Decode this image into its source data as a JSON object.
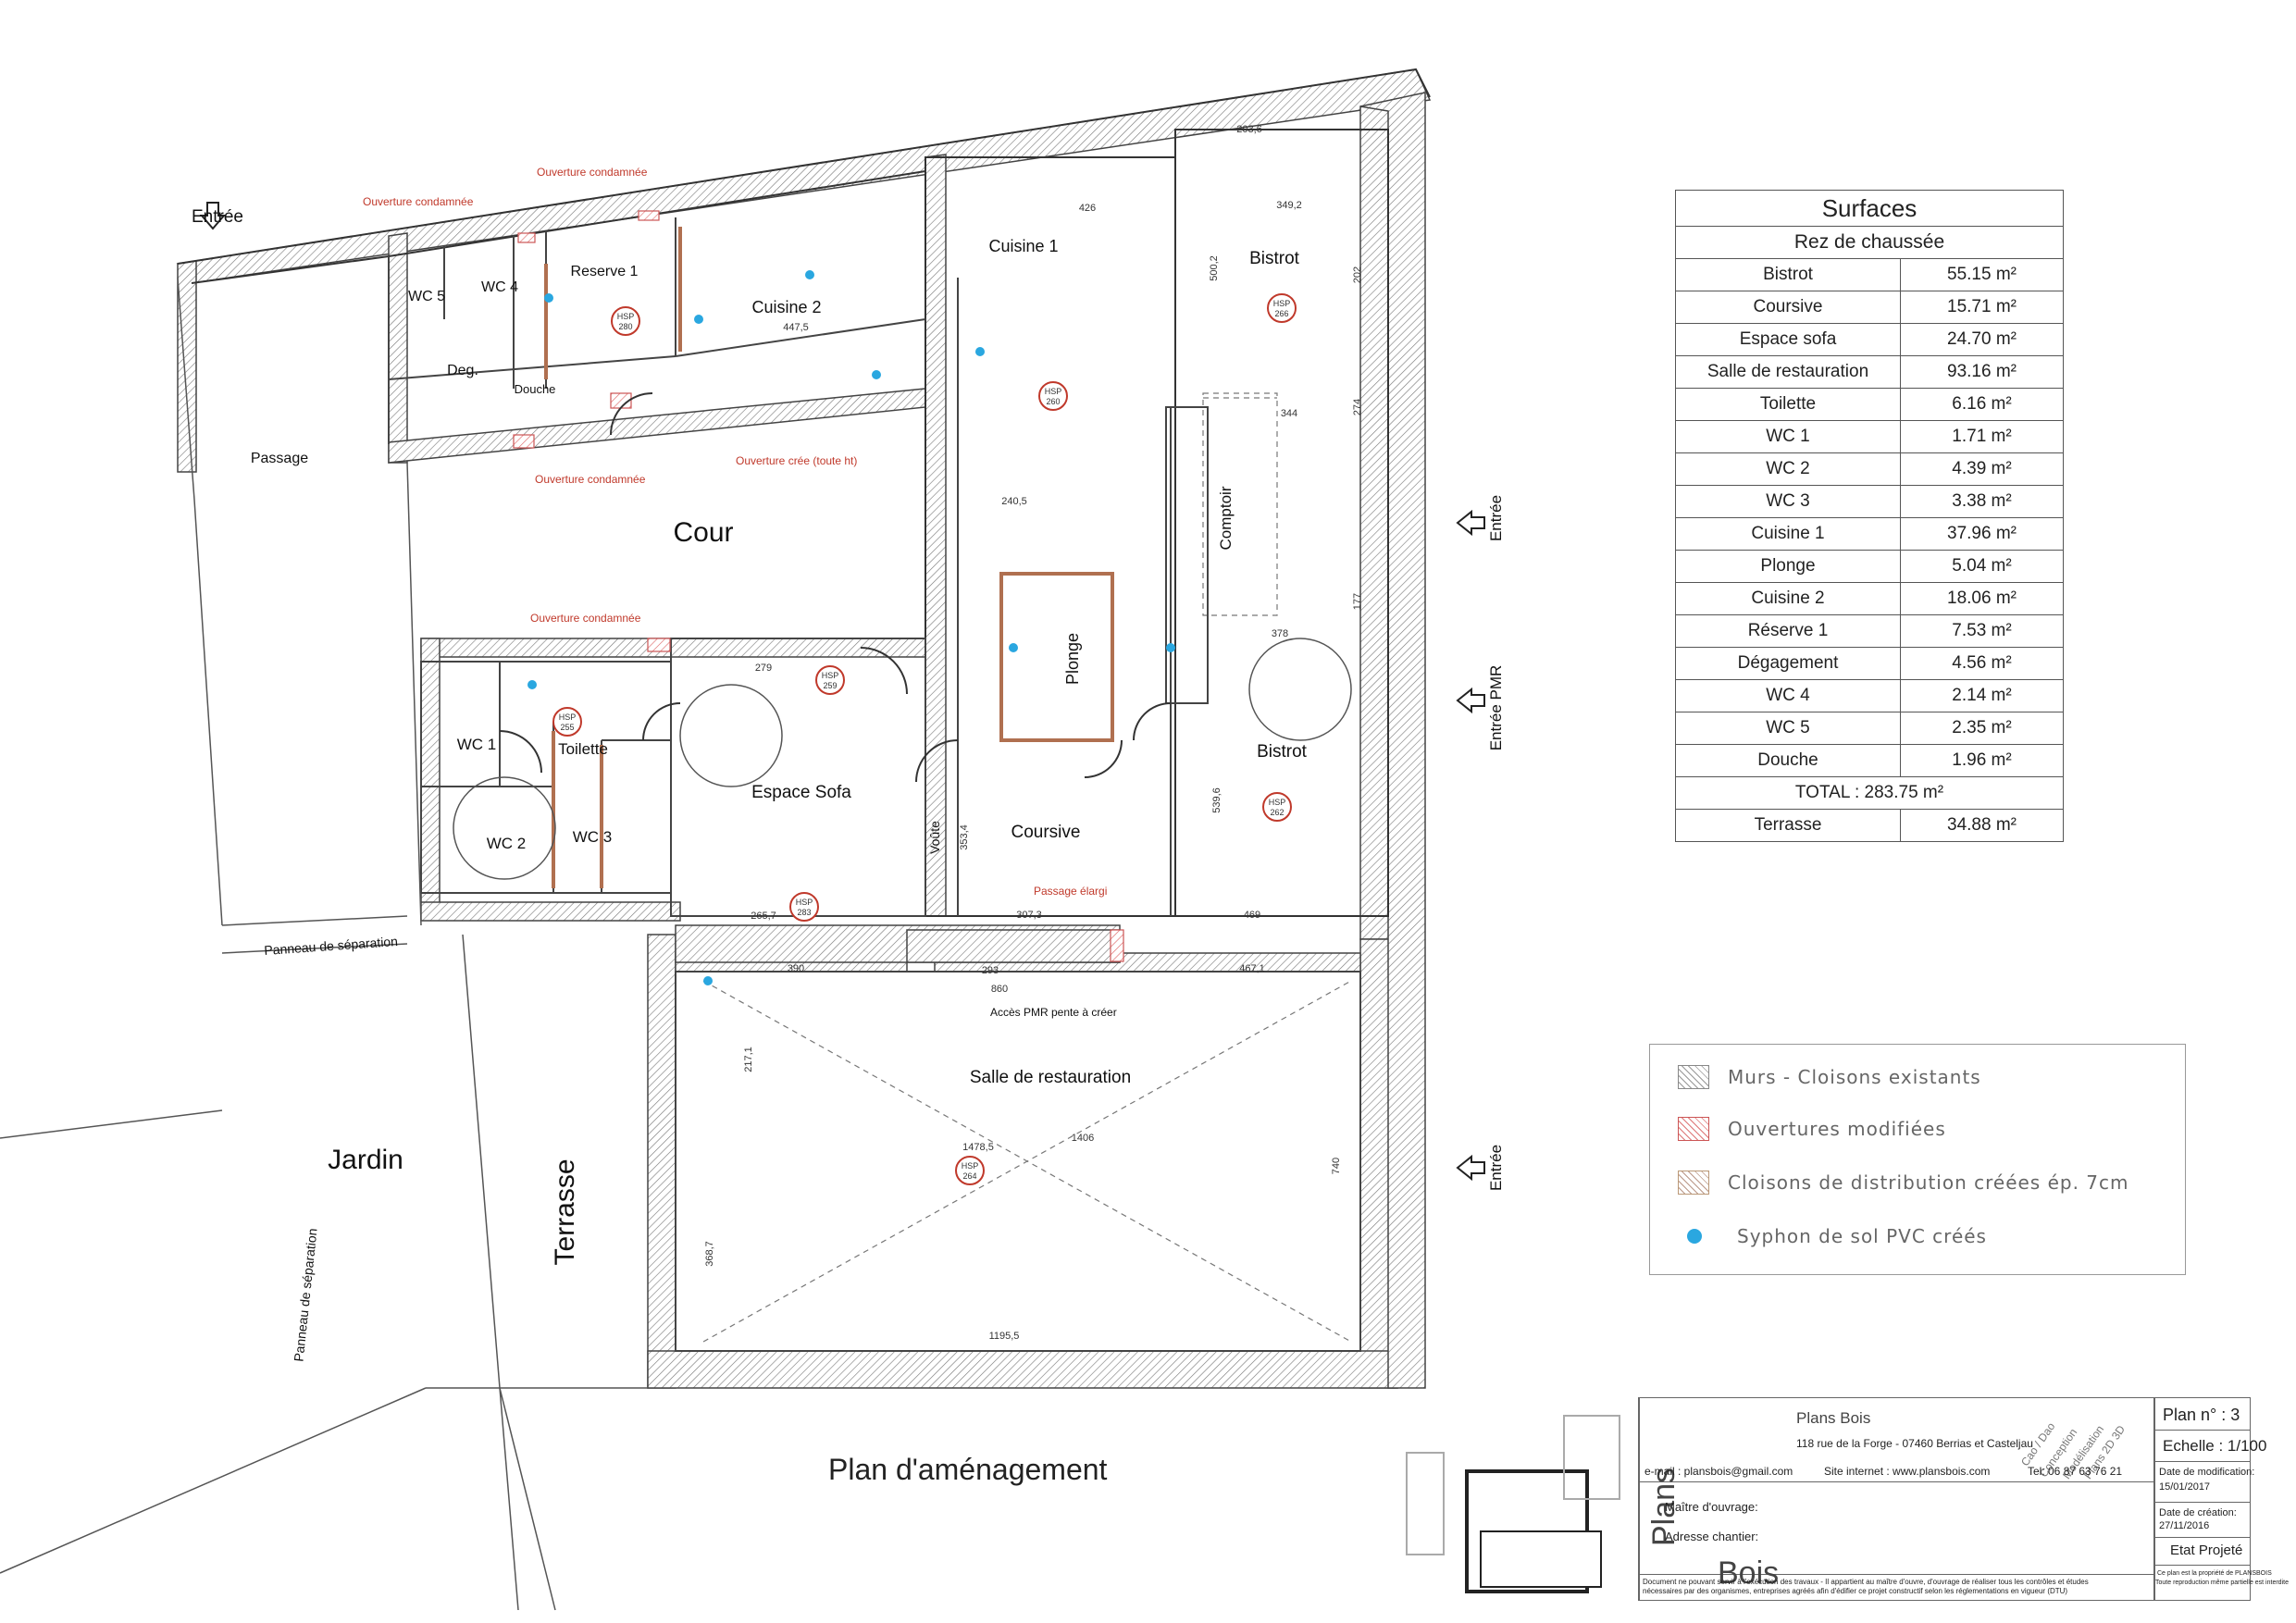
{
  "plan_title": "Plan d'aménagement",
  "rooms": {
    "entree_top": "Entrée",
    "passage": "Passage",
    "wc5": "WC 5",
    "wc4": "WC 4",
    "deg": "Deg.",
    "douche": "Douche",
    "reserve1": "Reserve 1",
    "cuisine2": "Cuisine 2",
    "cuisine1": "Cuisine 1",
    "bistrot_top": "Bistrot",
    "cour": "Cour",
    "plonge": "Plonge",
    "comptoir": "Comptoir",
    "bistrot_bottom": "Bistrot",
    "coursive": "Coursive",
    "voute": "Voûte",
    "wc1": "WC 1",
    "toilette": "Toilette",
    "wc2": "WC 2",
    "wc3": "WC 3",
    "espace_sofa": "Espace Sofa",
    "salle_restauration": "Salle de restauration",
    "jardin": "Jardin",
    "terrasse": "Terrasse",
    "panneau1": "Panneau de séparation",
    "panneau2": "Panneau de séparation",
    "entree_right1": "Entrée",
    "entree_pmr": "Entrée PMR",
    "entree_right3": "Entrée"
  },
  "annotations": {
    "ouv1": "Ouverture condamnée",
    "ouv2": "Ouverture condamnée",
    "ouv3": "Ouverture condamnée",
    "ouv4": "Ouverture condamnée",
    "ouv_cree": "Ouverture crée (toute ht)",
    "passage_elargi": "Passage élargi",
    "acces_pmr": "Accès PMR pente à créer"
  },
  "hsp": {
    "h280": "280",
    "h266": "266",
    "h260": "260",
    "h255": "255",
    "h259": "259",
    "h262": "262",
    "h283": "283",
    "h264": "264",
    "label": "HSP"
  },
  "dimensions": {
    "d1195": "1195,5",
    "d860": "860",
    "d1478": "1478,5",
    "d1406": "1406",
    "d390": "390",
    "d293": "293",
    "d467": "467,1",
    "d307": "307,3",
    "d469": "469",
    "d349": "349,2",
    "d426": "426",
    "d203": "203,6",
    "d353": "353,4",
    "d539": "539,6",
    "d378": "378",
    "d344": "344",
    "d265": "265,7",
    "d279": "279",
    "d240": "240,5",
    "d447": "447,5",
    "d500": "500,2",
    "d202": "202",
    "d274": "274",
    "d177": "177",
    "d740": "740",
    "d368": "368,7",
    "d217": "217,1"
  },
  "surfaces": {
    "title": "Surfaces",
    "subtitle": "Rez de chaussée",
    "rows": [
      {
        "name": "Bistrot",
        "value": "55.15 m²"
      },
      {
        "name": "Coursive",
        "value": "15.71 m²"
      },
      {
        "name": "Espace sofa",
        "value": "24.70 m²"
      },
      {
        "name": "Salle de restauration",
        "value": "93.16 m²"
      },
      {
        "name": "Toilette",
        "value": "6.16 m²"
      },
      {
        "name": "WC 1",
        "value": "1.71 m²"
      },
      {
        "name": "WC 2",
        "value": "4.39 m²"
      },
      {
        "name": "WC 3",
        "value": "3.38 m²"
      },
      {
        "name": "Cuisine 1",
        "value": "37.96 m²"
      },
      {
        "name": "Plonge",
        "value": "5.04 m²"
      },
      {
        "name": "Cuisine 2",
        "value": "18.06 m²"
      },
      {
        "name": "Réserve 1",
        "value": "7.53 m²"
      },
      {
        "name": "Dégagement",
        "value": "4.56 m²"
      },
      {
        "name": "WC 4",
        "value": "2.14 m²"
      },
      {
        "name": "WC 5",
        "value": "2.35 m²"
      },
      {
        "name": "Douche",
        "value": "1.96 m²"
      }
    ],
    "total": "TOTAL : 283.75 m²",
    "terrasse_name": "Terrasse",
    "terrasse_value": "34.88 m²"
  },
  "legend": {
    "existants": "Murs - Cloisons existants",
    "modifiees": "Ouvertures modifiées",
    "distribution": "Cloisons de distribution créées   ép. 7cm",
    "syphon": "Syphon de sol PVC créés"
  },
  "cartouche": {
    "company": "Plans Bois",
    "address": "118 rue de la Forge - 07460 Berrias et Casteljau",
    "email": "e-mail : plansbois@gmail.com",
    "site": "Site internet : www.plansbois.com",
    "tel": "Tel: 06 87 63 76 21",
    "maitre": "Maître d'ouvrage:",
    "adresse_chantier": "Adresse chantier:",
    "disclaimer1": "Document ne pouvant servir à l'exécution des travaux - Il appartient au maître d'ouvre, d'ouvrage de réaliser tous les contrôles et études",
    "disclaimer2": "nécessaires par des organismes, entreprises agréés afin d'édifier ce projet constructif selon les réglementations en vigueur (DTU)",
    "services1": "Cao / Dao",
    "services2": "Conception",
    "services3": "Modélisation",
    "services4": "Plans 2D 3D",
    "logo_top": "Plans",
    "logo_bottom": "Bois",
    "plan_no": "Plan n° :  3",
    "echelle": "Echelle : 1/100",
    "date_modif_label": "Date de modification:",
    "date_modif": "15/01/2017",
    "date_creation_label": "Date de création:",
    "date_creation": "27/11/2016",
    "etat": "Etat Projeté",
    "copyright1": "Ce plan est la propriété de PLANSBOIS",
    "copyright2": "Toute reproduction même partielle est interdite"
  }
}
